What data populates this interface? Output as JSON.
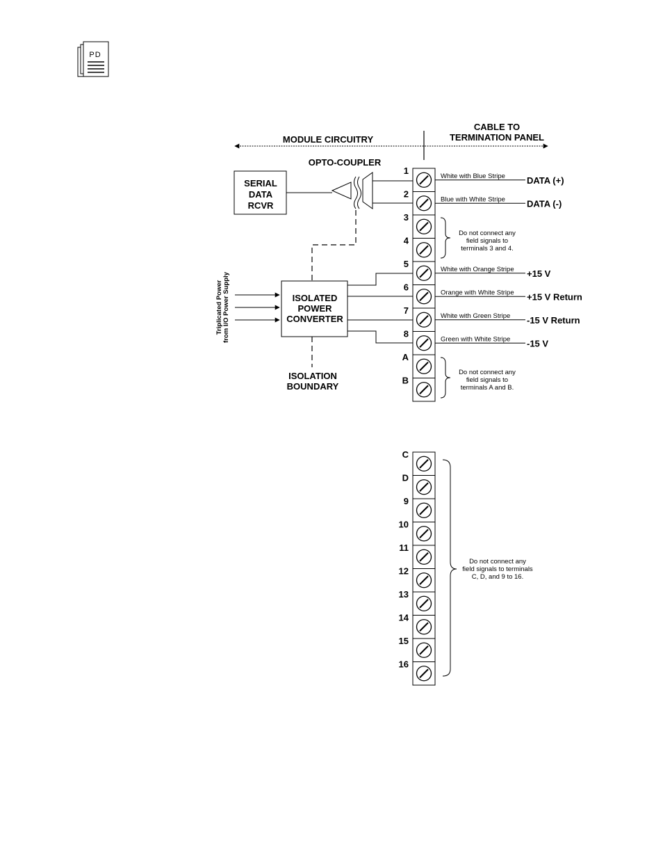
{
  "document_icon": {
    "letters": "PD"
  },
  "header": {
    "module_circuitry": "MODULE CIRCUITRY",
    "cable_line1": "CABLE TO",
    "cable_line2": "TERMINATION PANEL"
  },
  "blocks": {
    "opto_coupler": "OPTO-COUPLER",
    "serial_rcvr": [
      "SERIAL",
      "DATA",
      "RCVR"
    ],
    "power_converter": [
      "ISOLATED",
      "POWER",
      "CONVERTER"
    ],
    "isolation_boundary": [
      "ISOLATION",
      "BOUNDARY"
    ],
    "power_input": [
      "Triplicated Power",
      "from I/O Power Supply"
    ]
  },
  "terminals_top": [
    {
      "label": "1",
      "wire": "White with Blue Stripe",
      "signal": "DATA (+)"
    },
    {
      "label": "2",
      "wire": "Blue with White Stripe",
      "signal": "DATA (-)"
    },
    {
      "label": "3",
      "wire": "",
      "signal": ""
    },
    {
      "label": "4",
      "wire": "",
      "signal": ""
    },
    {
      "label": "5",
      "wire": "White with Orange Stripe",
      "signal": "+15 V"
    },
    {
      "label": "6",
      "wire": "Orange with White Stripe",
      "signal": "+15 V Return"
    },
    {
      "label": "7",
      "wire": "White with Green Stripe",
      "signal": "-15 V Return"
    },
    {
      "label": "8",
      "wire": "Green with White Stripe",
      "signal": "-15 V"
    },
    {
      "label": "A",
      "wire": "",
      "signal": ""
    },
    {
      "label": "B",
      "wire": "",
      "signal": ""
    }
  ],
  "terminals_bottom": [
    "C",
    "D",
    "9",
    "10",
    "11",
    "12",
    "13",
    "14",
    "15",
    "16"
  ],
  "notes": {
    "terminals_3_4": [
      "Do not connect any",
      "field signals to",
      "terminals 3 and 4."
    ],
    "terminals_A_B": [
      "Do not connect any",
      "field signals to",
      "terminals A and B."
    ],
    "terminals_C_16": [
      "Do not connect any",
      "field signals to terminals",
      "C, D, and 9 to 16."
    ]
  }
}
